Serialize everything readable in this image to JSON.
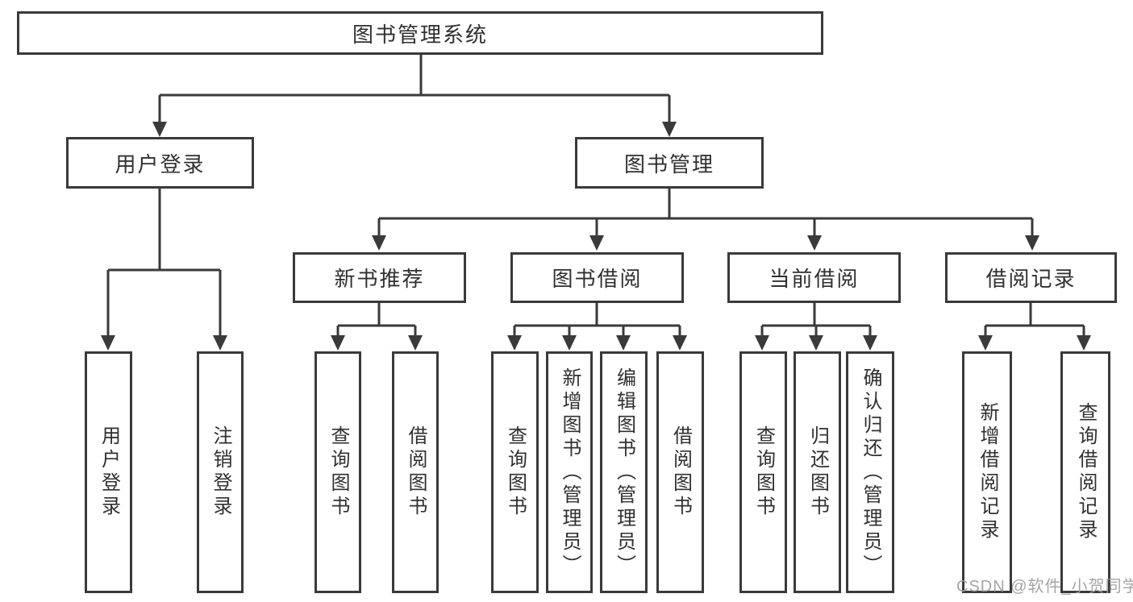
{
  "colors": {
    "line": "#3a3a3a",
    "text": "#303030",
    "watermark": "#9c9c9c",
    "background": "#ffffff"
  },
  "watermark": "CSDN @软件_小贺同学",
  "tree": {
    "root": "图书管理系统",
    "branches": [
      {
        "label": "用户登录",
        "leaves": [
          "用户登录",
          "注销登录"
        ]
      },
      {
        "label": "图书管理",
        "groups": [
          {
            "label": "新书推荐",
            "leaves": [
              "查询图书",
              "借阅图书"
            ]
          },
          {
            "label": "图书借阅",
            "leaves": [
              "查询图书",
              "新增图书（管理员）",
              "编辑图书（管理员）",
              "借阅图书"
            ]
          },
          {
            "label": "当前借阅",
            "leaves": [
              "查询图书",
              "归还图书",
              "确认归还（管理员）"
            ]
          },
          {
            "label": "借阅记录",
            "leaves": [
              "新增借阅记录",
              "查询借阅记录"
            ]
          }
        ]
      }
    ]
  }
}
